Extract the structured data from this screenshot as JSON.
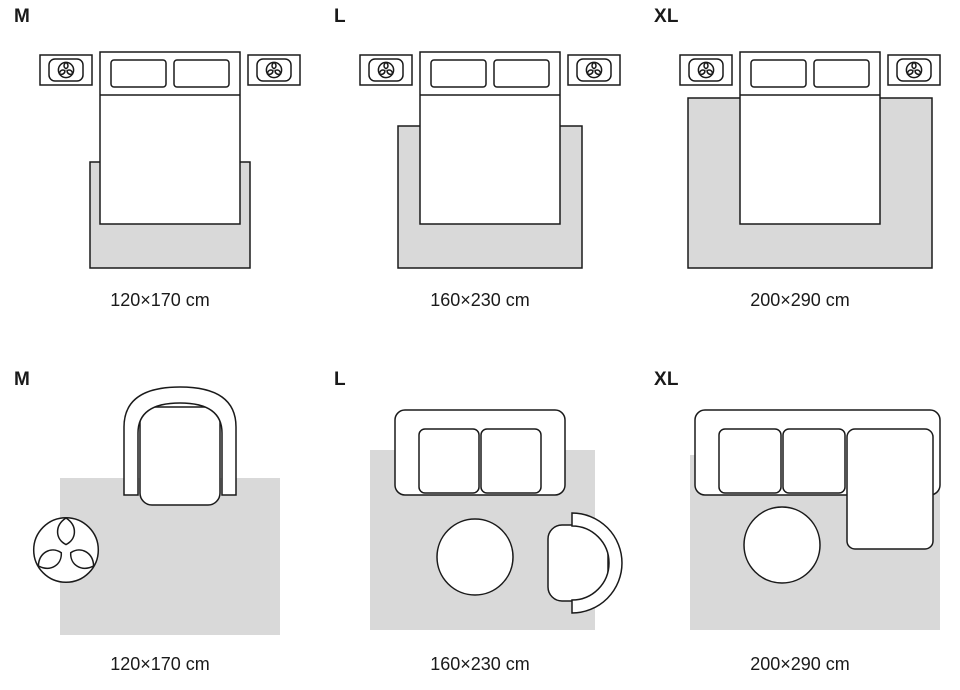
{
  "colors": {
    "outline": "#1a1a1a",
    "rug_fill": "#d9d9d9",
    "background": "#ffffff"
  },
  "icons": {
    "nightstand_decor": "plant-icon",
    "floor_decor": "plant-icon"
  },
  "rows": [
    {
      "scene": "bedroom",
      "panels": [
        {
          "size_label": "M",
          "dimensions": "120×170 cm"
        },
        {
          "size_label": "L",
          "dimensions": "160×230 cm"
        },
        {
          "size_label": "XL",
          "dimensions": "200×290 cm"
        }
      ]
    },
    {
      "scene": "living-room",
      "panels": [
        {
          "size_label": "M",
          "dimensions": "120×170 cm"
        },
        {
          "size_label": "L",
          "dimensions": "160×230 cm"
        },
        {
          "size_label": "XL",
          "dimensions": "200×290 cm"
        }
      ]
    }
  ]
}
